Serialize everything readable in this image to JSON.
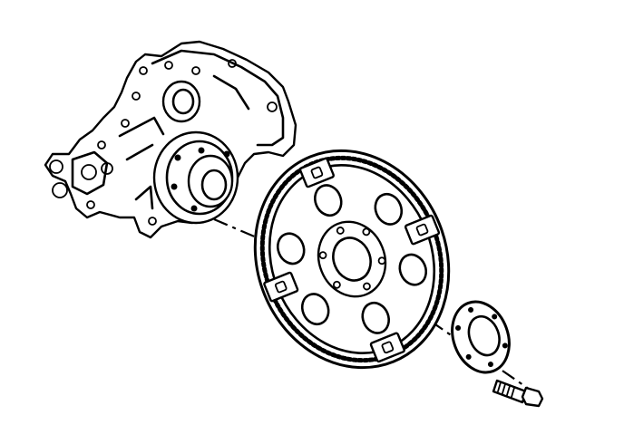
{
  "diagram": {
    "kind": "exploded-assembly-line-drawing",
    "parts": [
      "engine-rear-block",
      "crankshaft-flange",
      "flexplate",
      "reinforcement-plate",
      "flexplate-bolt"
    ],
    "colors": {
      "ink": "#000000",
      "background": "#ffffff"
    }
  }
}
